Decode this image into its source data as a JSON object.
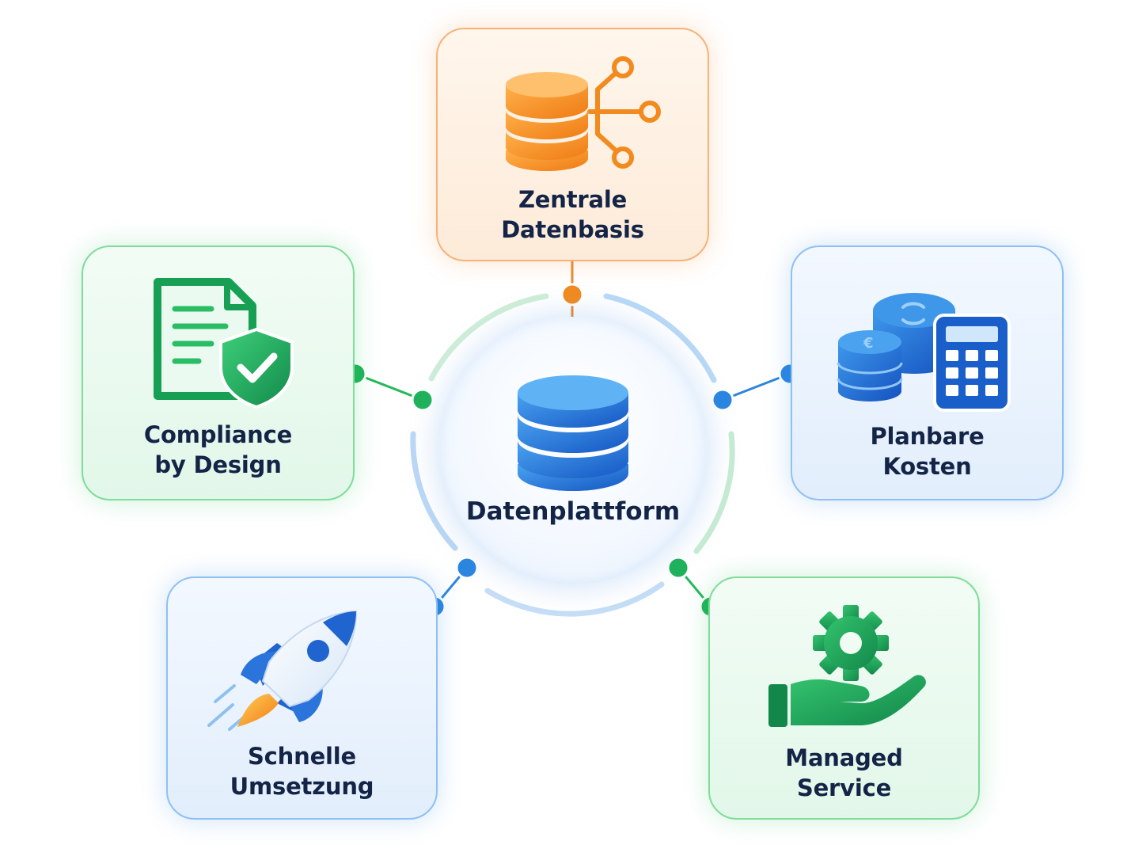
{
  "hub": {
    "label": "Datenplattform",
    "icon": "database-icon",
    "color": "#1f78d6"
  },
  "nodes": [
    {
      "id": "zentrale-datenbasis",
      "lines": [
        "Zentrale",
        "Datenbasis"
      ],
      "icon": "database-network-icon",
      "theme": "orange",
      "color": "#f28a1e"
    },
    {
      "id": "compliance-by-design",
      "lines": [
        "Compliance",
        "by Design"
      ],
      "icon": "document-shield-icon",
      "theme": "green",
      "color": "#1fb25a"
    },
    {
      "id": "planbare-kosten",
      "lines": [
        "Planbare",
        "Kosten"
      ],
      "icon": "coins-calculator-icon",
      "theme": "blue",
      "color": "#1f6fd6"
    },
    {
      "id": "schnelle-umsetzung",
      "lines": [
        "Schnelle",
        "Umsetzung"
      ],
      "icon": "rocket-icon",
      "theme": "blue",
      "color": "#1f6fd6"
    },
    {
      "id": "managed-service",
      "lines": [
        "Managed",
        "Service"
      ],
      "icon": "hand-gear-icon",
      "theme": "green",
      "color": "#1fb25a"
    }
  ]
}
